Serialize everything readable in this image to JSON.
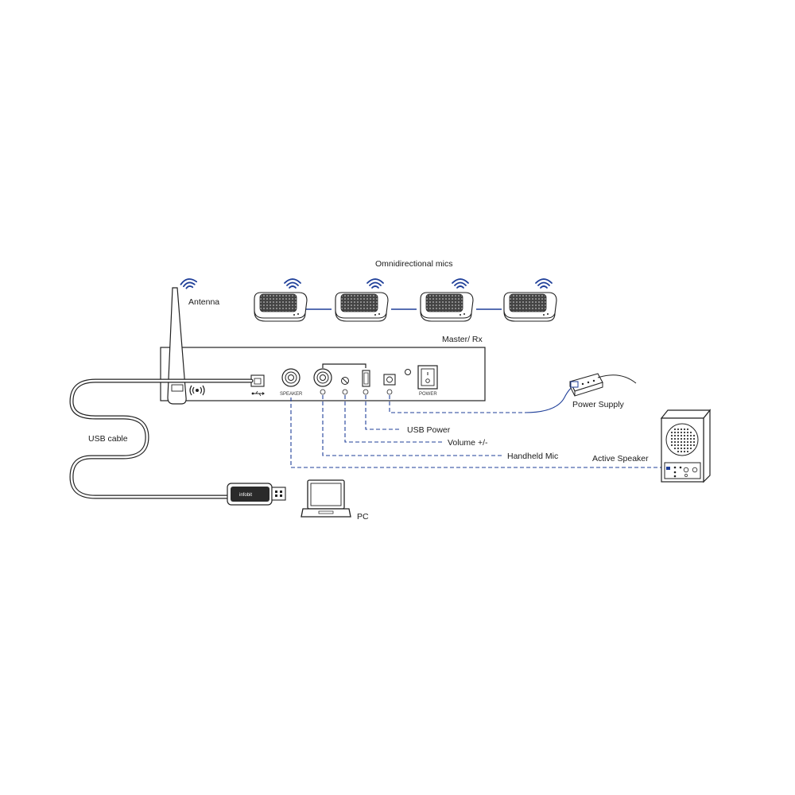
{
  "colors": {
    "line": "#222222",
    "accent": "#1f3f99",
    "mesh": "#333333",
    "background": "#ffffff"
  },
  "labels": {
    "mics": "Omnidirectional mics",
    "antenna": "Antenna",
    "master": "Master/ Rx",
    "usb_cable": "USB cable",
    "power_supply": "Power Supply",
    "usb_power": "USB Power",
    "volume": "Volume +/-",
    "handheld_mic": "Handheld Mic",
    "active_speaker": "Active Speaker",
    "pc": "PC"
  },
  "panel": {
    "speaker": "SPEAKER",
    "power": "POWER"
  },
  "usb_plug": {
    "brand": "infobit"
  },
  "icons": [
    "wireless-wave-icon",
    "usb-symbol-icon",
    "wireless-signal-icon",
    "laptop-icon",
    "power-strip-icon",
    "speaker-grille-icon"
  ]
}
